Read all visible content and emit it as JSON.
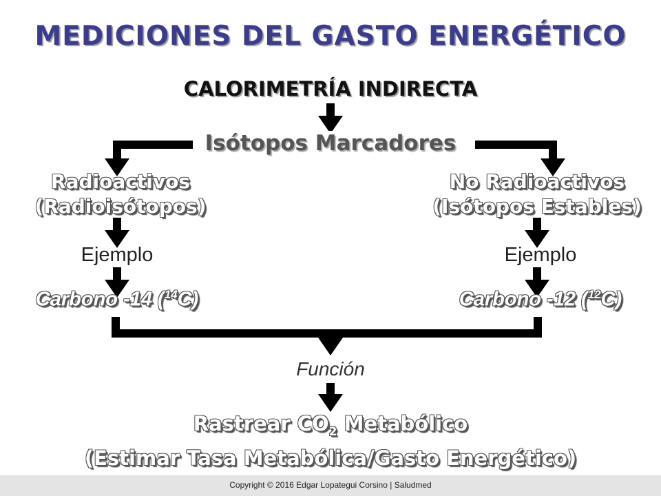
{
  "title": "MEDICIONES DEL GASTO ENERGÉTICO",
  "nodes": {
    "root": "CALORIMETRÍA INDIRECTA",
    "isotopos": "Isótopos Marcadores",
    "radio_line1": "Radioactivos",
    "radio_line2": "(Radioisótopos)",
    "noradio_line1": "No Radioactivos",
    "noradio_line2": "(Isótopos Estables)",
    "ejemplo_left": "Ejemplo",
    "ejemplo_right": "Ejemplo",
    "carbon14_prefix": "Carbono -14 (",
    "carbon14_sup": "14",
    "carbon14_suffix": "C)",
    "carbon12_prefix": "Carbono -12 (",
    "carbon12_sup": "12",
    "carbon12_suffix": "C)",
    "funcion": "Función",
    "rastrear_prefix": "Rastrear CO",
    "rastrear_sub": "2",
    "rastrear_suffix": " Metabólico",
    "estimar": "(Estimar Tasa Metabólica/Gasto Energético)"
  },
  "footer": "Copyright © 2016 Edgar Lopategui Corsino | Saludmed"
}
